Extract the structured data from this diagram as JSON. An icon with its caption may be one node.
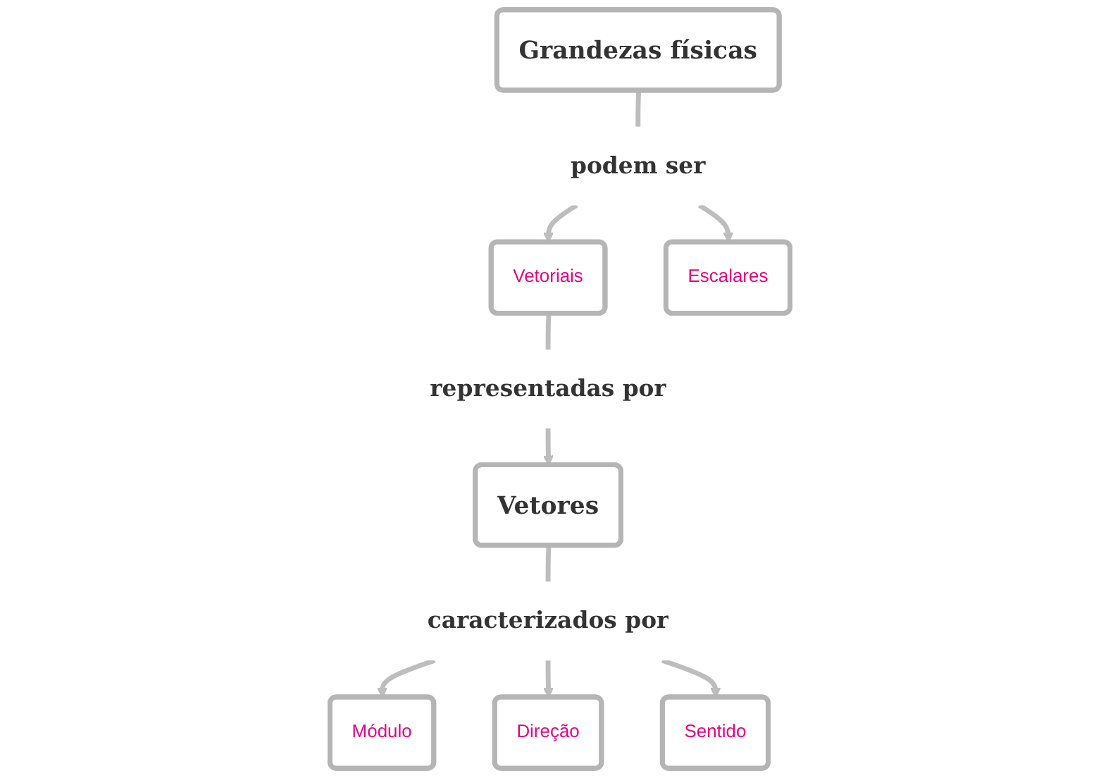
{
  "diagram": {
    "nodes": [
      {
        "text": [
          "Grandezas físicas"
        ]
      },
      {
        "text": [
          "podem ser"
        ]
      },
      {
        "text": [
          "Vetoriais"
        ]
      },
      {
        "text": [
          "Escalares"
        ]
      },
      {
        "text": [
          "representadas por"
        ]
      },
      {
        "text": [
          "Vetores"
        ]
      },
      {
        "text": [
          "caracterizados por"
        ]
      },
      {
        "text": [
          "Módulo"
        ]
      },
      {
        "text": [
          "Direção"
        ]
      },
      {
        "text": [
          "Sentido"
        ]
      }
    ],
    "edges": [
      {
        "from": 0,
        "to": 1,
        "arrow": "none"
      },
      {
        "from": 1,
        "to": 2,
        "arrow": "to"
      },
      {
        "from": 1,
        "to": 3,
        "arrow": "to"
      },
      {
        "from": 2,
        "to": 4,
        "arrow": "none"
      },
      {
        "from": 4,
        "to": 5,
        "arrow": "to"
      },
      {
        "from": 5,
        "to": 6,
        "arrow": "none"
      },
      {
        "from": 6,
        "to": 7,
        "arrow": "to"
      },
      {
        "from": 6,
        "to": 8,
        "arrow": "to"
      },
      {
        "from": 6,
        "to": 9,
        "arrow": "to"
      }
    ]
  }
}
